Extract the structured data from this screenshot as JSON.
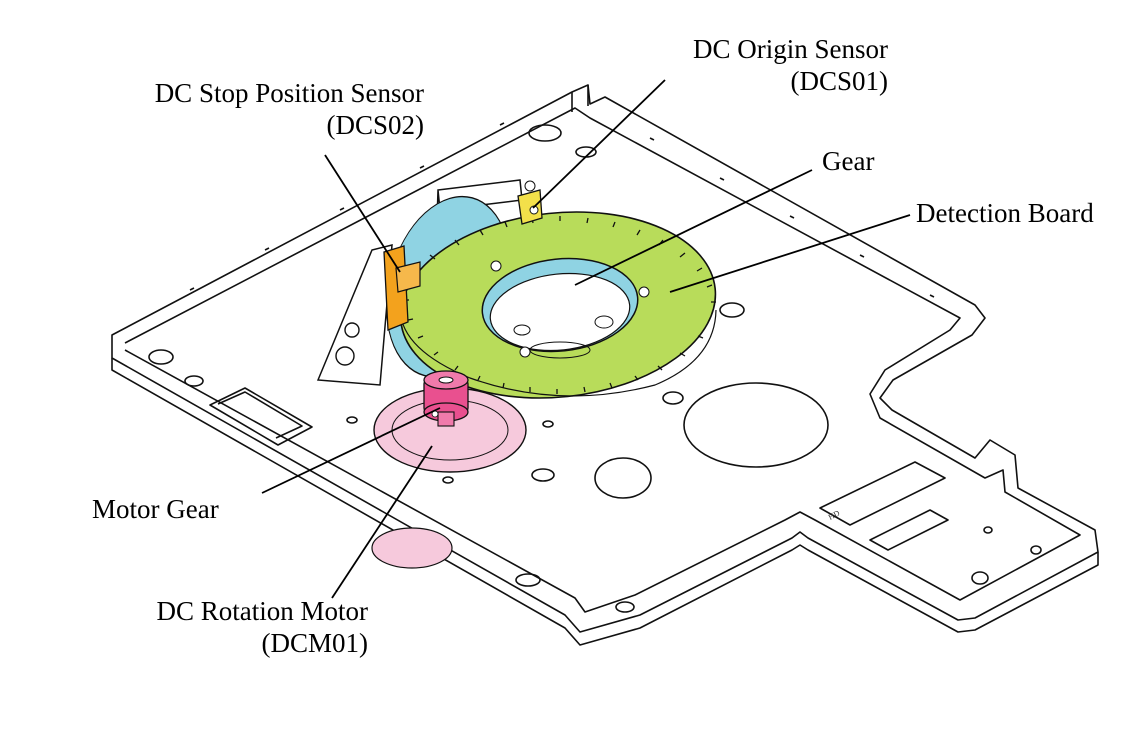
{
  "labels": {
    "dc_origin_sensor": {
      "line1": "DC Origin Sensor",
      "line2": "(DCS01)"
    },
    "dc_stop_position_sensor": {
      "line1": "DC Stop Position Sensor",
      "line2": "(DCS02)"
    },
    "gear": {
      "line1": "Gear"
    },
    "detection_board": {
      "line1": "Detection Board"
    },
    "motor_gear": {
      "line1": "Motor Gear"
    },
    "dc_rotation_motor": {
      "line1": "DC Rotation Motor",
      "line2": "(DCM01)"
    },
    "plate_marking": "HD"
  },
  "colors": {
    "detection_board": "#b8dc5a",
    "gear": "#8fd3e3",
    "origin_sensor": "#f3e04a",
    "stop_sensor": "#f3a21d",
    "motor_gear": "#e9508f",
    "motor_disc": "#f6c9dc",
    "outline": "#111111"
  }
}
